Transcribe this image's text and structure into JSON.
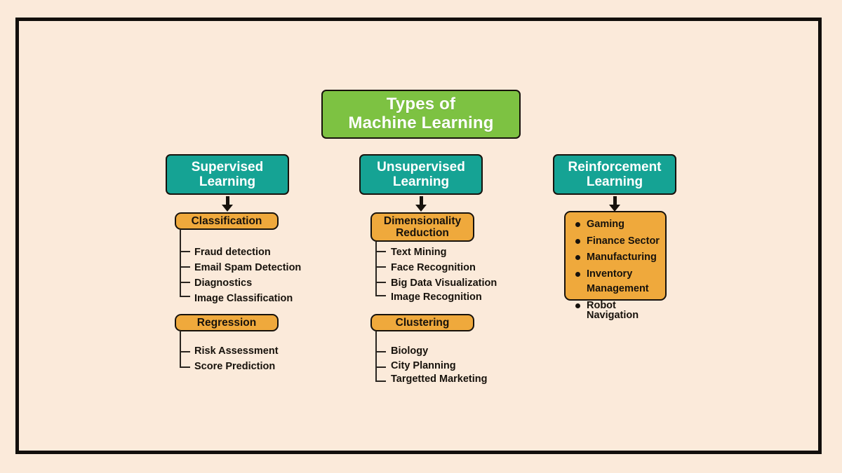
{
  "diagram": {
    "title": "Types of\nMachine Learning",
    "title_line1": "Types of",
    "title_line2": "Machine Learning",
    "colors": {
      "background": "#fbeada",
      "frame": "#120f0c",
      "title_box": "#7dc242",
      "category_box": "#15a394",
      "subcategory_box": "#efa93c",
      "text_dark": "#17120c",
      "text_light": "#ffffff",
      "line": "#2a2520"
    },
    "branches": [
      {
        "id": "supervised",
        "label_line1": "Supervised",
        "label_line2": "Learning",
        "groups": [
          {
            "id": "classification",
            "label_line1": "Classification",
            "label_line2": "",
            "items": [
              "Fraud detection",
              "Email Spam Detection",
              "Diagnostics",
              "Image Classification"
            ]
          },
          {
            "id": "regression",
            "label_line1": "Regression",
            "label_line2": "",
            "items": [
              "Risk Assessment",
              "Score Prediction"
            ]
          }
        ]
      },
      {
        "id": "unsupervised",
        "label_line1": "Unsupervised",
        "label_line2": "Learning",
        "groups": [
          {
            "id": "dimensionality-reduction",
            "label_line1": "Dimensionality",
            "label_line2": "Reduction",
            "items": [
              "Text Mining",
              "Face Recognition",
              "Big Data Visualization",
              "Image Recognition"
            ]
          },
          {
            "id": "clustering",
            "label_line1": "Clustering",
            "label_line2": "",
            "items": [
              "Biology",
              "City Planning",
              "Targetted Marketing"
            ]
          }
        ]
      },
      {
        "id": "reinforcement",
        "label_line1": "Reinforcement",
        "label_line2": "Learning",
        "bullets": [
          {
            "line1": "Gaming",
            "line2": ""
          },
          {
            "line1": "Finance Sector",
            "line2": ""
          },
          {
            "line1": "Manufacturing",
            "line2": ""
          },
          {
            "line1": "Inventory",
            "line2": "Management"
          },
          {
            "line1": "Robot Navigation",
            "line2": ""
          }
        ]
      }
    ]
  }
}
